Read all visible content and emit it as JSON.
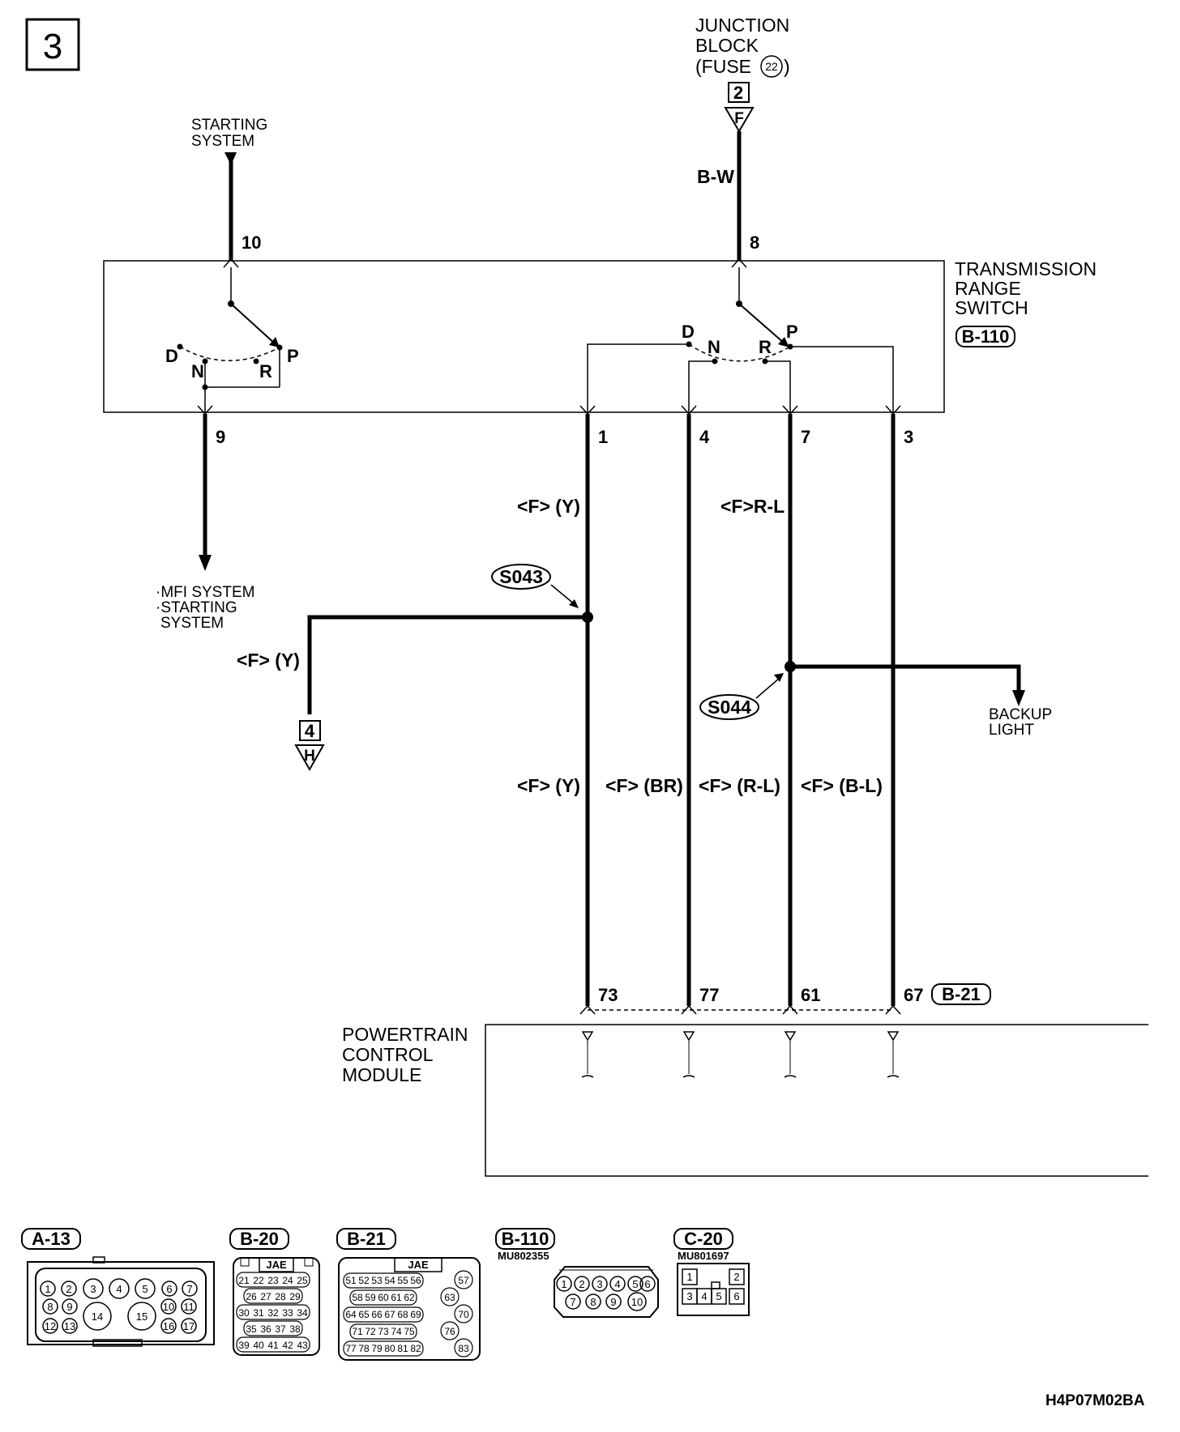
{
  "page_number": "3",
  "figure_id": "H4P07M02BA",
  "junction_block": {
    "line1": "JUNCTION",
    "line2": "BLOCK",
    "line3_prefix": "(FUSE",
    "fuse_number": "22",
    "line3_suffix": ")",
    "connector_num": "2",
    "connector_letter": "F"
  },
  "starting_system": {
    "line1": "STARTING",
    "line2": "SYSTEM"
  },
  "wire_bw": "B-W",
  "transmission_range_switch": {
    "line1": "TRANSMISSION",
    "line2": "RANGE",
    "line3": "SWITCH",
    "connector_id": "B-110",
    "pins": {
      "top_left": "10",
      "top_right": "8",
      "bottom": [
        "9",
        "1",
        "4",
        "7",
        "3"
      ]
    },
    "positions": {
      "d": "D",
      "n": "N",
      "r": "R",
      "p": "P"
    }
  },
  "mfi_system": {
    "line1": "·MFI SYSTEM",
    "line2": "·STARTING",
    "line3": "SYSTEM"
  },
  "wire_labels": {
    "pin1_upper": "<F> (Y)",
    "pin7_upper": "<F>R-L",
    "branch_left": "<F> (Y)",
    "lower": [
      "<F> (Y)",
      "<F> (BR)",
      "<F> (R-L)",
      "<F> (B-L)"
    ]
  },
  "splices": {
    "s043": "S043",
    "s044": "S044"
  },
  "offpage_connector": {
    "num": "4",
    "letter": "H"
  },
  "backup_light": {
    "line1": "BACKUP",
    "line2": "LIGHT"
  },
  "pcm": {
    "line1": "POWERTRAIN",
    "line2": "CONTROL",
    "line3": "MODULE",
    "connector_id": "B-21",
    "pins": [
      "73",
      "77",
      "61",
      "67"
    ]
  },
  "connectors": {
    "a13": {
      "id": "A-13"
    },
    "b20": {
      "id": "B-20",
      "maker": "JAE"
    },
    "b21": {
      "id": "B-21",
      "maker": "JAE"
    },
    "b110": {
      "id": "B-110",
      "part": "MU802355"
    },
    "c20": {
      "id": "C-20",
      "part": "MU801697"
    }
  }
}
